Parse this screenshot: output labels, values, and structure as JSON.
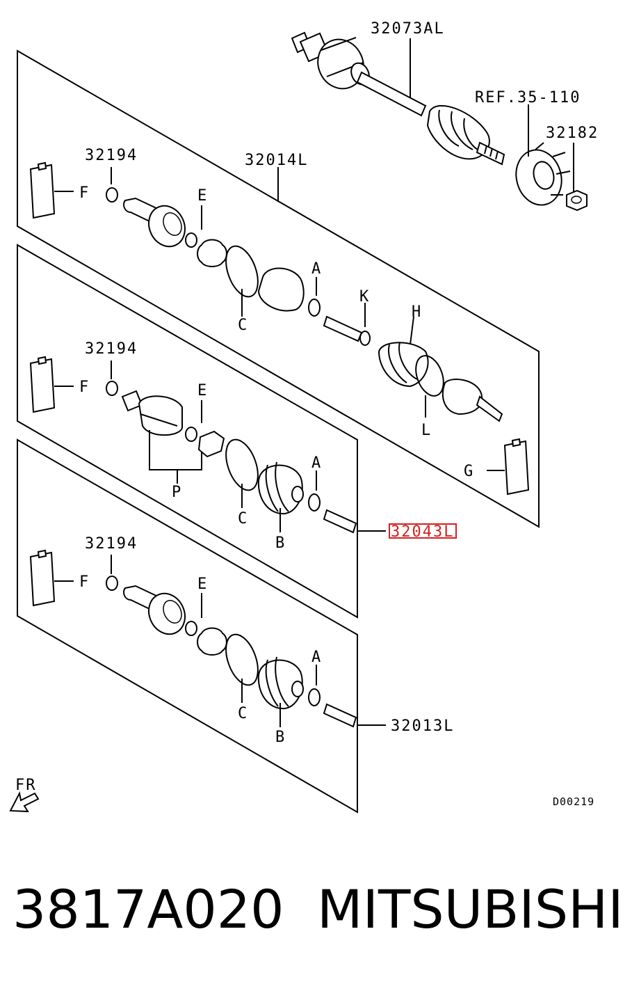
{
  "diagram": {
    "labels": {
      "assembly_full": "32073AL",
      "reference": "REF.35-110",
      "hub_part": "32182",
      "kit_1": "32014L",
      "kit_2": "32043L",
      "kit_3": "32013L",
      "circlip_1": "32194",
      "circlip_2": "32194",
      "circlip_3": "32194",
      "code": "D00219",
      "fr": "FR"
    },
    "callouts": {
      "A": "A",
      "B": "B",
      "C": "C",
      "E": "E",
      "F": "F",
      "G": "G",
      "H": "H",
      "K": "K",
      "L": "L",
      "P": "P"
    },
    "highlight_color": "#d42020"
  },
  "footer": {
    "part_number": "3817A020",
    "brand": "MITSUBISHI"
  }
}
